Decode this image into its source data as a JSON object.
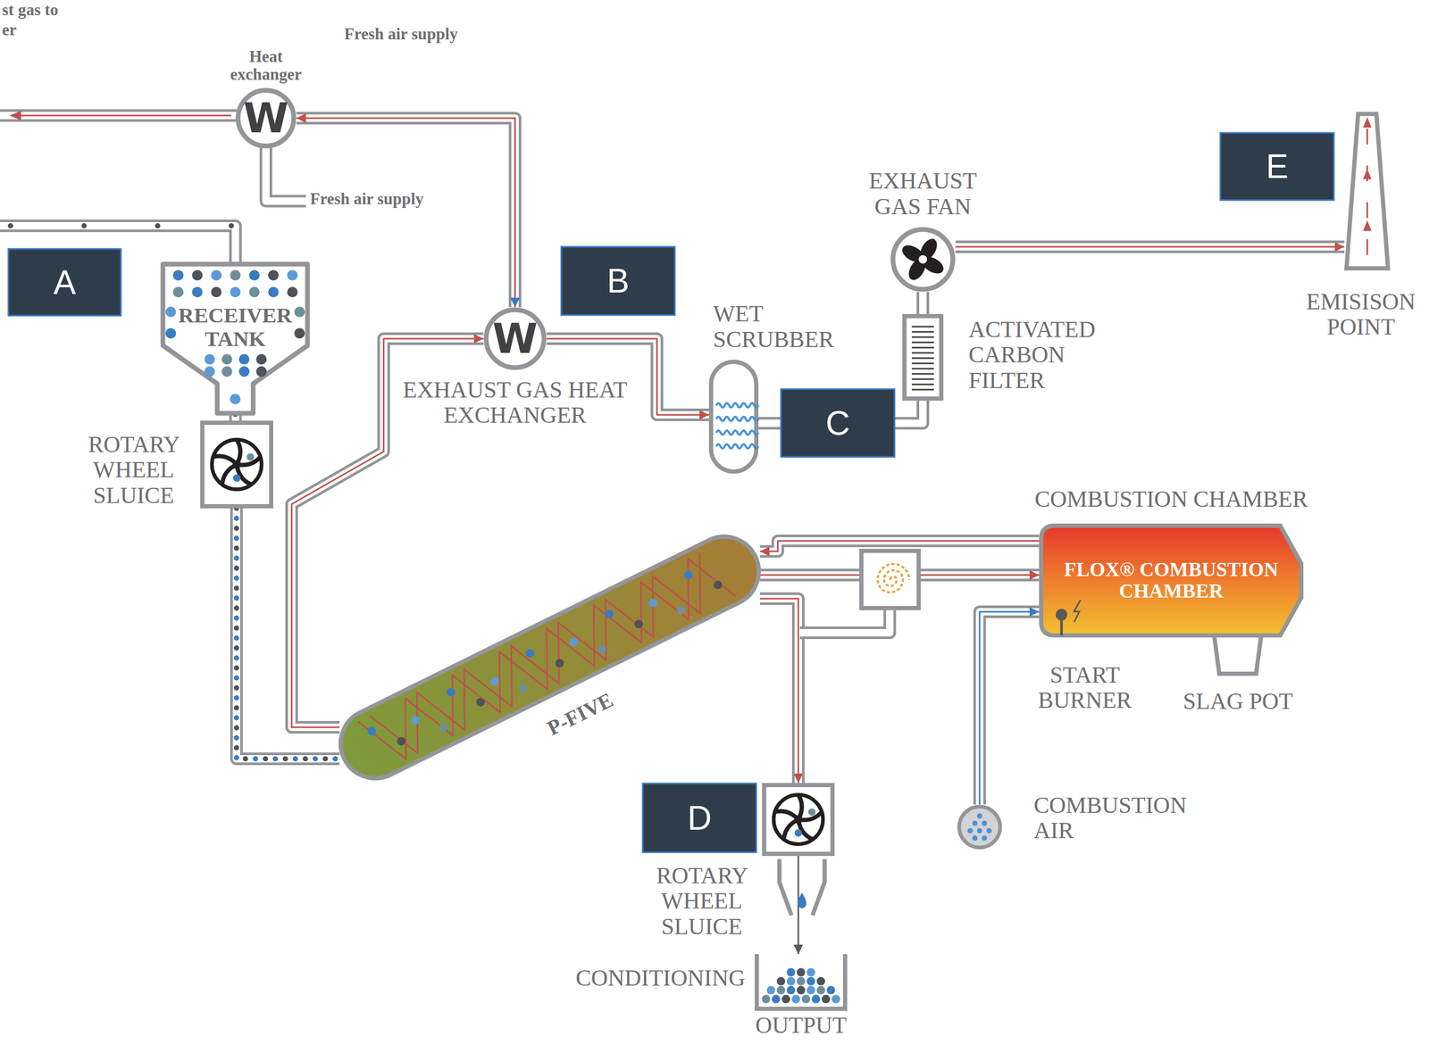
{
  "diagram": {
    "nodes": [
      {
        "text": [
          "Heat exchanger",
          "W"
        ]
      },
      {
        "text": [
          "A"
        ]
      },
      {
        "text": [
          "RECEIVER TANK"
        ]
      },
      {
        "text": [
          "B"
        ]
      },
      {
        "text": [
          "W",
          "EXHAUST GAS HEAT EXCHANGER"
        ]
      },
      {
        "text": [
          "EXHAUST GAS FAN"
        ]
      },
      {
        "text": [
          "E"
        ]
      },
      {
        "text": [
          "WET SCRUBBER"
        ]
      },
      {
        "text": [
          "ACTIVATED CARBON FILTER"
        ]
      },
      {
        "text": [
          "EMISISON POINT"
        ]
      },
      {
        "text": [
          "C"
        ]
      },
      {
        "text": [
          "ROTARY WHEEL SLUICE"
        ]
      },
      {
        "text": [
          "COMBUSTION CHAMBER",
          "FLOX® COMBUSTION CHAMBER"
        ]
      },
      {
        "text": [
          "P-FIVE"
        ]
      },
      {
        "text": [
          "D"
        ]
      },
      {
        "text": [
          "ROTARY WHEEL SLUICE"
        ]
      },
      {
        "text": [
          "COMBUSTION AIR"
        ]
      },
      {
        "text": [
          "CONDITIONING",
          "OUTPUT"
        ]
      }
    ],
    "edges": [
      {
        "from": 0,
        "to": 4,
        "arrow": "both"
      },
      {
        "from": 2,
        "to": 11,
        "arrow": "none"
      },
      {
        "from": 11,
        "to": 13,
        "arrow": "none"
      },
      {
        "from": 13,
        "to": 4,
        "arrow": "to"
      },
      {
        "from": 4,
        "to": 7,
        "arrow": "to"
      },
      {
        "from": 7,
        "to": 8,
        "arrow": "none"
      },
      {
        "from": 8,
        "to": 5,
        "arrow": "none"
      },
      {
        "from": 5,
        "to": 9,
        "arrow": "to"
      },
      {
        "from": 12,
        "to": 13,
        "arrow": "to"
      },
      {
        "from": 13,
        "to": 12,
        "arrow": "to"
      },
      {
        "from": 13,
        "to": 15,
        "arrow": "to"
      },
      {
        "from": 15,
        "to": 17,
        "arrow": "to"
      },
      {
        "from": 16,
        "to": 12,
        "arrow": "to"
      }
    ],
    "labels": [
      "st gas to",
      "er",
      "Fresh air supply",
      "Fresh air supply",
      "START BURNER",
      "SLAG POT"
    ]
  }
}
